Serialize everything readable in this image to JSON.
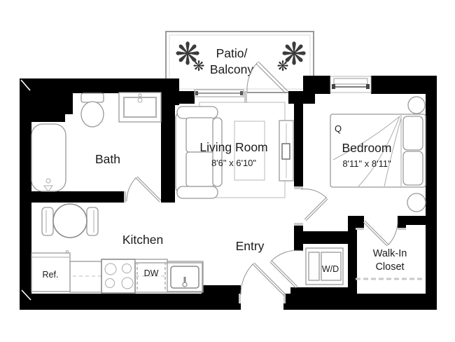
{
  "rooms": {
    "patio": {
      "line1": "Patio/",
      "line2": "Balcony"
    },
    "living": {
      "name": "Living Room",
      "dims": "8'6\" x 6'10\""
    },
    "bedroom": {
      "name": "Bedroom",
      "dims": "8'11\" x 8'11\"",
      "bed_size": "Q"
    },
    "bath": {
      "name": "Bath"
    },
    "kitchen": {
      "name": "Kitchen"
    },
    "entry": {
      "name": "Entry"
    },
    "walk_in_closet": {
      "line1": "Walk-In",
      "line2": "Closet"
    }
  },
  "appliances": {
    "refrigerator": "Ref.",
    "dishwasher": "DW",
    "washer_dryer": "W/D"
  },
  "icons": {
    "plant": "❋"
  },
  "colors": {
    "wall": "#000000",
    "fixture_line": "#999999",
    "background": "#ffffff",
    "text": "#1b1b1b"
  }
}
